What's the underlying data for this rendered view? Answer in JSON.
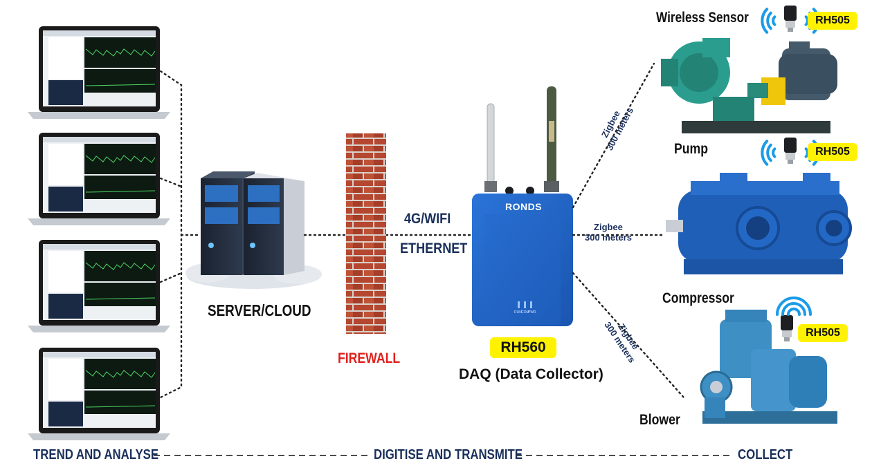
{
  "title_words": {
    "left": "TREND AND ANALYSE",
    "middle": "DIGITISE AND TRANSMITE",
    "right": "COLLECT"
  },
  "server_label": "SERVER/CLOUD",
  "firewall_label": "FIREWALL",
  "link_labels": [
    "4G/WIFI",
    "ETHERNET"
  ],
  "daq": {
    "brand": "RONDS",
    "model": "RH560",
    "caption": "DAQ (Data Collector)",
    "leds": [
      "RUN",
      "COM",
      "PWR"
    ]
  },
  "wireless_sensor_label": "Wireless Sensor",
  "sensor_model": "RH505",
  "machines": [
    {
      "name": "Pump",
      "link_line1": "Zigbee",
      "link_line2": "300 meters"
    },
    {
      "name": "Compressor",
      "link_line1": "Zigbee",
      "link_line2": "300 meters"
    },
    {
      "name": "Blower",
      "link_line1": "Zigbee",
      "link_line2": "300 meters"
    }
  ],
  "colors": {
    "navy": "#1a2f5a",
    "firewall_red": "#e0201c",
    "badge_yellow": "#fff200",
    "daq_blue": "#1f63c9",
    "wifi_blue": "#1a9be8",
    "pump_teal": "#2a9d8f",
    "compressor_blue": "#1f5fb8",
    "blower_blue": "#3d8fc4"
  }
}
